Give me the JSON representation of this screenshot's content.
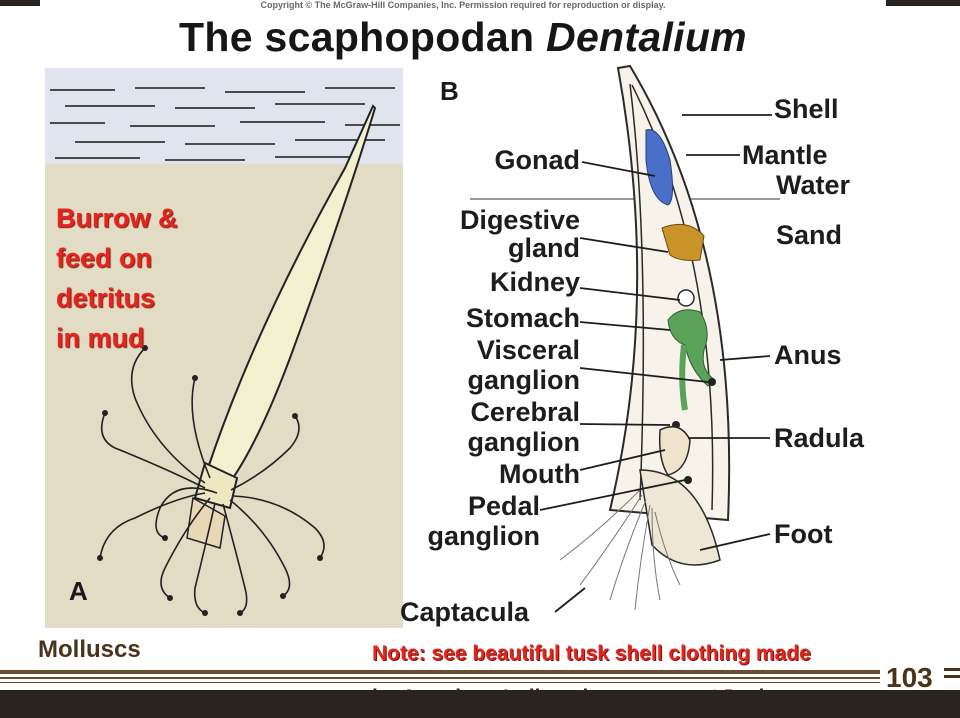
{
  "figure": {
    "copyright": "Copyright © The McGraw-Hill Companies, Inc. Permission required for reproduction or display.",
    "title_plain": "The scaphopodan ",
    "title_italic": "Dentalium",
    "panel_a_letter": "A",
    "panel_b_letter": "B",
    "annotation_lines": [
      "Burrow &",
      "feed on",
      "detritus",
      "in mud"
    ],
    "labels_left": {
      "gonad": "Gonad",
      "digestive_1": "Digestive",
      "digestive_2": "gland",
      "kidney": "Kidney",
      "stomach": "Stomach",
      "visceral_1": "Visceral",
      "visceral_2": "ganglion",
      "cerebral_1": "Cerebral",
      "cerebral_2": "ganglion",
      "mouth": "Mouth",
      "pedal_1": "Pedal",
      "pedal_2": "ganglion",
      "captacula": "Captacula"
    },
    "labels_right": {
      "shell": "Shell",
      "mantle": "Mantle",
      "water": "Water",
      "sand": "Sand",
      "anus": "Anus",
      "radula": "Radula",
      "foot": "Foot"
    },
    "colors": {
      "water": "#dfe4ef",
      "sand": "#e3dcc4",
      "gonad": "#4a6fc9",
      "digestive_gland": "#c9952a",
      "stomach": "#5aa25a",
      "annotation": "#e8221c"
    }
  },
  "footer": {
    "section": "Molluscs",
    "note": "Note: see beautiful tusk shell clothing made",
    "note_cont": "by American Indians in museum at Dark",
    "page_number": "103"
  }
}
